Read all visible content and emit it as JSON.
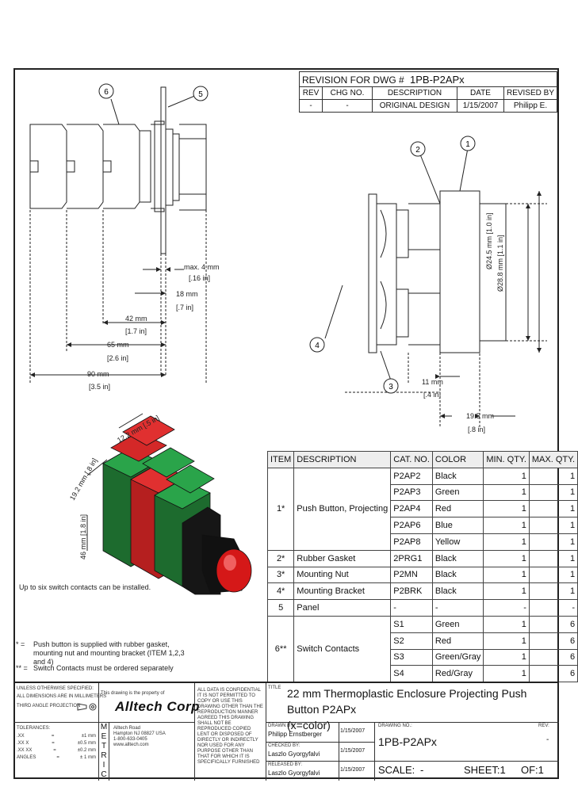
{
  "revision": {
    "title_prefix": "REVISION FOR DWG #",
    "dwg_number": "1PB-P2APx",
    "headers": [
      "REV",
      "CHG NO.",
      "DESCRIPTION",
      "DATE",
      "REVISED BY"
    ],
    "rows": [
      [
        "-",
        "-",
        "ORIGINAL DESIGN",
        "1/15/2007",
        "Philipp E."
      ]
    ]
  },
  "callouts": [
    "1",
    "2",
    "3",
    "4",
    "5",
    "6"
  ],
  "dimensions": {
    "max4": "max. 4 mm",
    "max4_in": "[.16 in]",
    "d18": "18 mm",
    "d18_in": "[.7 in]",
    "d42": "42 mm",
    "d42_in": "[1.7 in]",
    "d65": "65 mm",
    "d65_in": "[2.6 in]",
    "d90": "90 mm",
    "d90_in": "[3.5 in]",
    "d11": "11 mm",
    "d11_in": "[.4 in]",
    "d19_5": "19.5 mm",
    "d19_5_in": "[.8 in]",
    "dia24_5": "Ø24.5 mm",
    "dia24_5_in": "[1.0 in]",
    "dia28_8": "Ø28.8 mm",
    "dia28_8_in": "[1.1 in]",
    "iso_w": "19.2 mm",
    "iso_w_in": "[.8 in]",
    "iso_h": "46 mm",
    "iso_h_in": "[1.8 in]",
    "iso_d": "12.2 mm",
    "iso_d_in": "[.5 in]"
  },
  "contacts_note": "Up to six switch contacts can be installed.",
  "bom": {
    "headers": [
      "ITEM",
      "DESCRIPTION",
      "CAT. NO.",
      "COLOR",
      "MIN. QTY.",
      "MAX. QTY."
    ],
    "groups": [
      {
        "item": "1*",
        "description": "Push Button, Projecting",
        "rows": [
          [
            "P2AP2",
            "Black",
            "1",
            "1"
          ],
          [
            "P2AP3",
            "Green",
            "1",
            "1"
          ],
          [
            "P2AP4",
            "Red",
            "1",
            "1"
          ],
          [
            "P2AP6",
            "Blue",
            "1",
            "1"
          ],
          [
            "P2AP8",
            "Yellow",
            "1",
            "1"
          ]
        ]
      },
      {
        "item": "2*",
        "description": "Rubber Gasket",
        "rows": [
          [
            "2PRG1",
            "Black",
            "1",
            "1"
          ]
        ]
      },
      {
        "item": "3*",
        "description": "Mounting Nut",
        "rows": [
          [
            "P2MN",
            "Black",
            "1",
            "1"
          ]
        ]
      },
      {
        "item": "4*",
        "description": "Mounting Bracket",
        "rows": [
          [
            "P2BRK",
            "Black",
            "1",
            "1"
          ]
        ]
      },
      {
        "item": "5",
        "description": "Panel",
        "rows": [
          [
            "-",
            "-",
            "-",
            "-"
          ]
        ]
      },
      {
        "item": "6**",
        "description": "Switch Contacts",
        "rows": [
          [
            "S1",
            "Green",
            "1",
            "6"
          ],
          [
            "S2",
            "Red",
            "1",
            "6"
          ],
          [
            "S3",
            "Green/Gray",
            "1",
            "6"
          ],
          [
            "S4",
            "Red/Gray",
            "1",
            "6"
          ]
        ]
      }
    ]
  },
  "footnotes": {
    "note1_mark": "* =",
    "note1": "Push button is supplied with rubber gasket, mounting nut and mounting bracket (ITEM 1,2,3 and 4)",
    "note2_mark": "** =",
    "note2": "Switch Contacts must be ordered separately"
  },
  "title_block": {
    "unless_noted": "UNLESS OTHERWISE SPECIFIED:",
    "dims_in": "ALL DIMENSIONS ARE IN MILLIMETERS",
    "projection": "THIRD ANGLE PROJECTION",
    "tolerances_label": "TOLERANCES:",
    "tolerances": [
      [
        ".XX",
        "=",
        "±1 mm"
      ],
      [
        ".XX X",
        "=",
        "±0.5 mm"
      ],
      [
        ".XX XX",
        "=",
        "±0.2 mm"
      ],
      [
        "ANGLES",
        "=",
        "± 1 mm"
      ]
    ],
    "metric": [
      "M",
      "E",
      "T",
      "R",
      "I",
      "C"
    ],
    "property_of": "This drawing is the property of",
    "company": "Alltech Corp",
    "address": [
      "Alltech Road",
      "Hampton NJ 08827 USA",
      "1-800-633-0405",
      "www.alltech.com"
    ],
    "confidential": "ALL DATA IS CONFIDENTIAL IT IS NOT PERMITTED TO COPY OR USE THIS DRAWING OTHER THAN THE REPRODUCTION MANNER AGREED THIS DRAWING SHALL NOT BE REPRODUCED COPIED LENT OR DISPOSED OF DIRECTLY OR INDIRECTLY NOR USED FOR ANY PURPOSE OTHER THAN THAT FOR WHICH IT IS SPECIFICALLY FURNISHED",
    "drawn_by_label": "DRAWN BY:",
    "drawn_by": "Philipp Ernstberger",
    "drawn_date": "1/15/2007",
    "checked_by_label": "CHECKED BY:",
    "checked_by": "Laszlo Gyorgyfalvi",
    "checked_date": "1/15/2007",
    "released_by_label": "RELEASED BY:",
    "released_by": "Laszlo Gyorgyfalvi",
    "released_date": "1/15/2007",
    "title_label": "TITLE",
    "title": "22 mm Thermoplastic Enclosure Projecting Push Button P2APx",
    "title2": "(x=color)",
    "drawing_no_label": "DRAWING NO.:",
    "drawing_no": "1PB-P2APx",
    "rev_label": "REV:",
    "rev": "-",
    "scale_label": "SCALE:",
    "scale": "-",
    "sheet_label": "SHEET:1",
    "of_label": "OF:1"
  }
}
